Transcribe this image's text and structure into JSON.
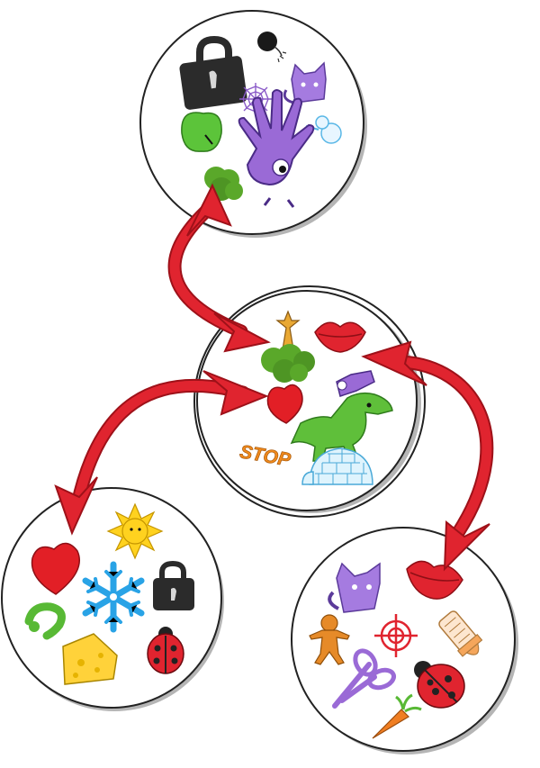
{
  "game": {
    "colors": {
      "card_fill": "#ffffff",
      "card_stroke": "#222222",
      "card_shadow": "#b5b5b5",
      "arrow_fill": "#e0242f",
      "arrow_stroke": "#9e1119",
      "lock": "#2b2b2b",
      "apple": "#5cc43a",
      "purple": "#8a5ac8",
      "tree": "#5aa82a",
      "heart": "#e21f26",
      "dino": "#5fbf3a",
      "stop": "#f08a1c",
      "igloo": "#6ec3e8",
      "snowflake": "#29a3e6",
      "sun": "#ffd21f",
      "ladybug": "#e0242f",
      "cheese": "#ffd23a",
      "gingerbread": "#e68a28",
      "target": "#e0242f",
      "bottle": "#f5a65b",
      "carrot": "#f07e22",
      "lips": "#e0242f",
      "question": "#58b935"
    },
    "center_card": {
      "stop_sign_text": "STOP"
    },
    "cards": [
      {
        "name": "top-card",
        "symbols": [
          "lock-icon",
          "bomb-icon",
          "spider-web-icon",
          "cat-icon",
          "apple-icon",
          "snowman-icon",
          "hand-icon",
          "tree-icon"
        ]
      },
      {
        "name": "center-card",
        "symbols": [
          "tree-icon",
          "lips-icon",
          "glue-icon",
          "heart-icon",
          "dinosaur-icon",
          "stop-sign-icon",
          "igloo-icon"
        ]
      },
      {
        "name": "bottom-left-card",
        "symbols": [
          "heart-icon",
          "sun-icon",
          "snowflake-icon",
          "lock-icon",
          "question-mark-icon",
          "cheese-icon",
          "ladybug-icon"
        ]
      },
      {
        "name": "bottom-right-card",
        "symbols": [
          "cat-icon",
          "lips-icon",
          "gingerbread-man-icon",
          "target-icon",
          "baby-bottle-icon",
          "scissors-icon",
          "ladybug-icon",
          "carrot-icon"
        ]
      }
    ],
    "matches": [
      {
        "from": "top-card",
        "to": "center-card",
        "symbol": "tree-icon"
      },
      {
        "from": "center-card",
        "to": "bottom-left-card",
        "symbol": "heart-icon"
      },
      {
        "from": "center-card",
        "to": "bottom-right-card",
        "symbol": "lips-icon"
      }
    ]
  }
}
